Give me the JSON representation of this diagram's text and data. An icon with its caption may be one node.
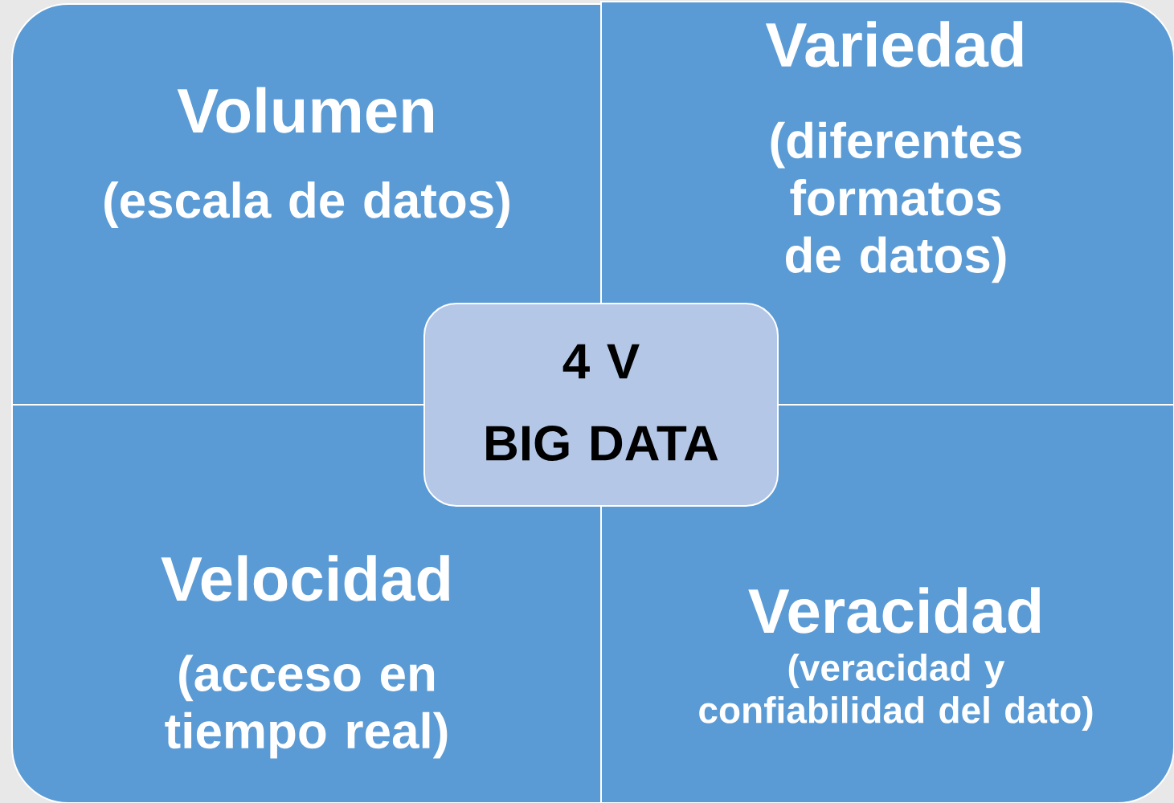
{
  "diagram": {
    "nodes": [
      {
        "text": [
          "Volumen",
          "(escala de datos)"
        ]
      },
      {
        "text": [
          "Variedad",
          "(diferentes formatos de datos)"
        ]
      },
      {
        "text": [
          "4 V",
          "BIG DATA"
        ]
      },
      {
        "text": [
          "Velocidad",
          "(acceso en tiempo real)"
        ]
      },
      {
        "text": [
          "Veracidad",
          "(veracidad y confiabilidad del dato)"
        ]
      }
    ]
  }
}
